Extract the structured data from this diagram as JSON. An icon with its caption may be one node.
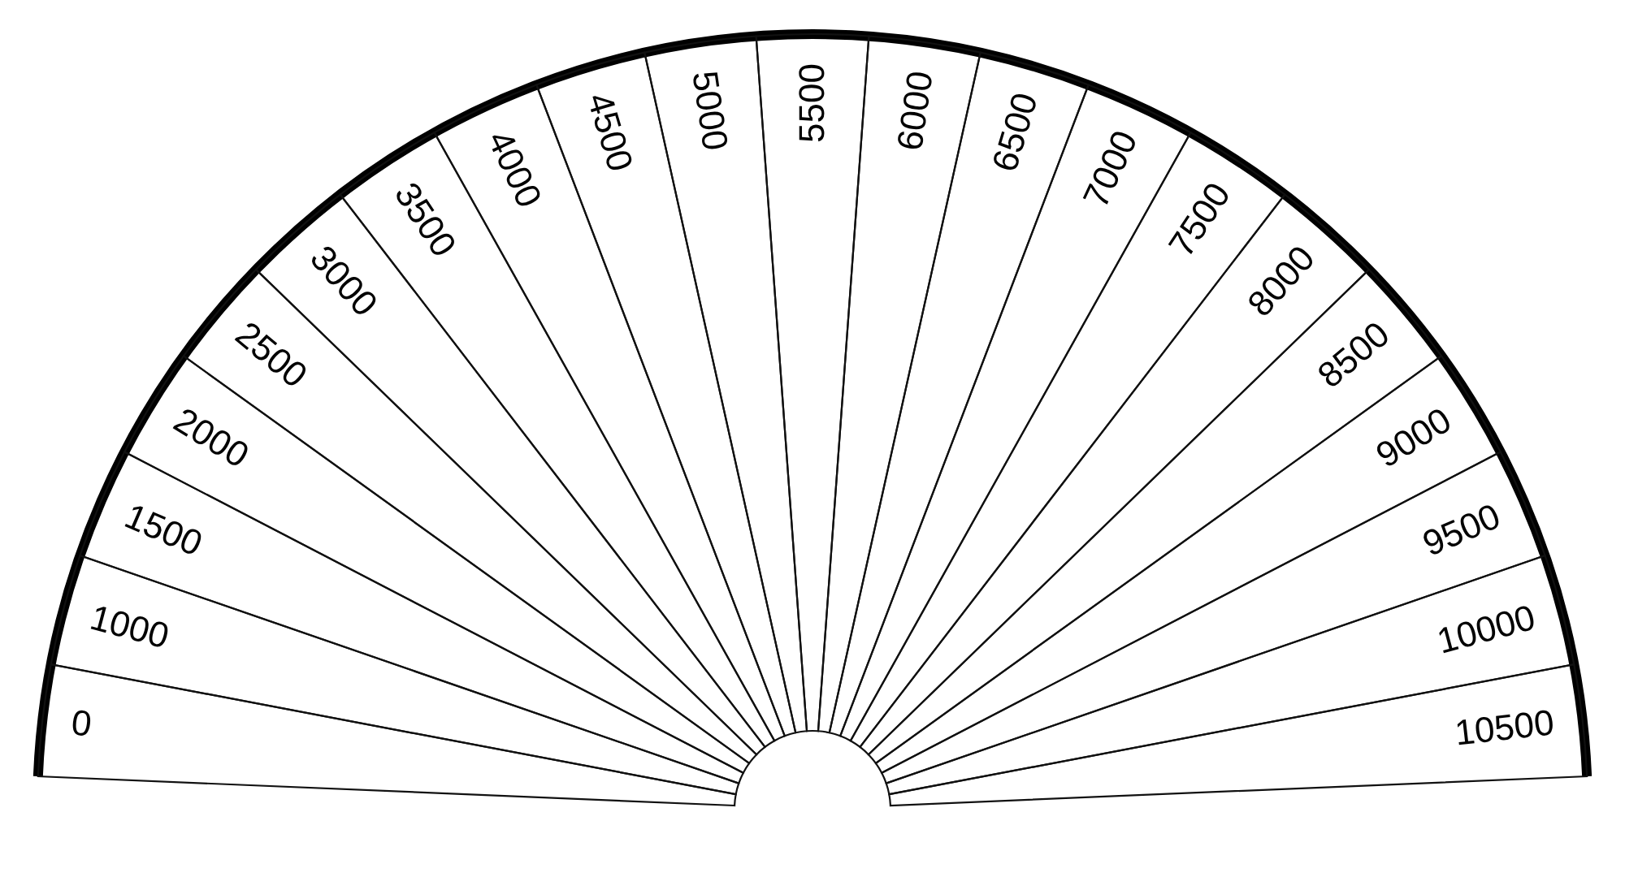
{
  "diagram": {
    "nodes": [
      {
        "text": [
          "0"
        ]
      },
      {
        "text": [
          "1000"
        ]
      },
      {
        "text": [
          "1500"
        ]
      },
      {
        "text": [
          "2000"
        ]
      },
      {
        "text": [
          "2500"
        ]
      },
      {
        "text": [
          "3000"
        ]
      },
      {
        "text": [
          "3500"
        ]
      },
      {
        "text": [
          "4000"
        ]
      },
      {
        "text": [
          "4500"
        ]
      },
      {
        "text": [
          "5000"
        ]
      },
      {
        "text": [
          "5500"
        ]
      },
      {
        "text": [
          "6000"
        ]
      },
      {
        "text": [
          "6500"
        ]
      },
      {
        "text": [
          "7000"
        ]
      },
      {
        "text": [
          "7500"
        ]
      },
      {
        "text": [
          "8000"
        ]
      },
      {
        "text": [
          "8500"
        ]
      },
      {
        "text": [
          "9000"
        ]
      },
      {
        "text": [
          "9500"
        ]
      },
      {
        "text": [
          "10000"
        ]
      },
      {
        "text": [
          "10500"
        ]
      }
    ]
  }
}
